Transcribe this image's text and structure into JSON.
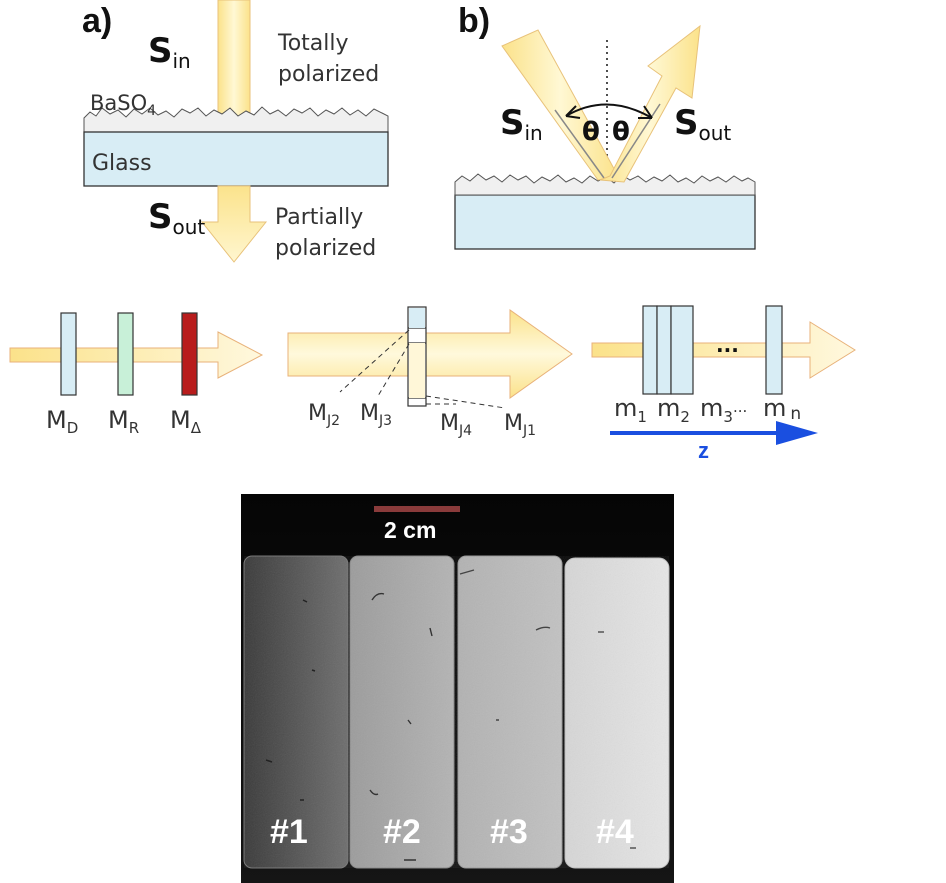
{
  "panel_a": {
    "letter": "a)",
    "s_main": "S",
    "s_in_sub": "in",
    "s_out_sub": "out",
    "totally_line1": "Totally",
    "totally_line2": "polarized",
    "coating_main": "BaSO",
    "coating_sub": "4",
    "substrate": "Glass",
    "partially_line1": "Partially",
    "partially_line2": "polarized"
  },
  "panel_b": {
    "letter": "b)",
    "s_main": "S",
    "s_in_sub": "in",
    "s_out_sub": "out",
    "theta": "θ"
  },
  "middle": {
    "m_main": "M",
    "sub_d": "D",
    "sub_r": "R",
    "sub_delta": "Δ",
    "sub_j1": "J1",
    "sub_j2": "J2",
    "sub_j3": "J3",
    "sub_j4": "J4",
    "m_lower": "m",
    "sub_1": "1",
    "sub_2": "2",
    "sub_3": "3",
    "sub_n": "n",
    "dots": "...",
    "axis": "z"
  },
  "photo": {
    "scale_label": "2 cm",
    "samples": [
      "#1",
      "#2",
      "#3",
      "#4"
    ]
  },
  "colors": {
    "beam_fill": "#fbe79a",
    "beam_edge": "#e8b27a",
    "glass_fill": "#d8edf5",
    "green_plate": "#c8f0d8",
    "red_plate": "#b81c1c",
    "z_arrow": "#1a4fe0",
    "scale_bar": "#8a3b3b"
  }
}
